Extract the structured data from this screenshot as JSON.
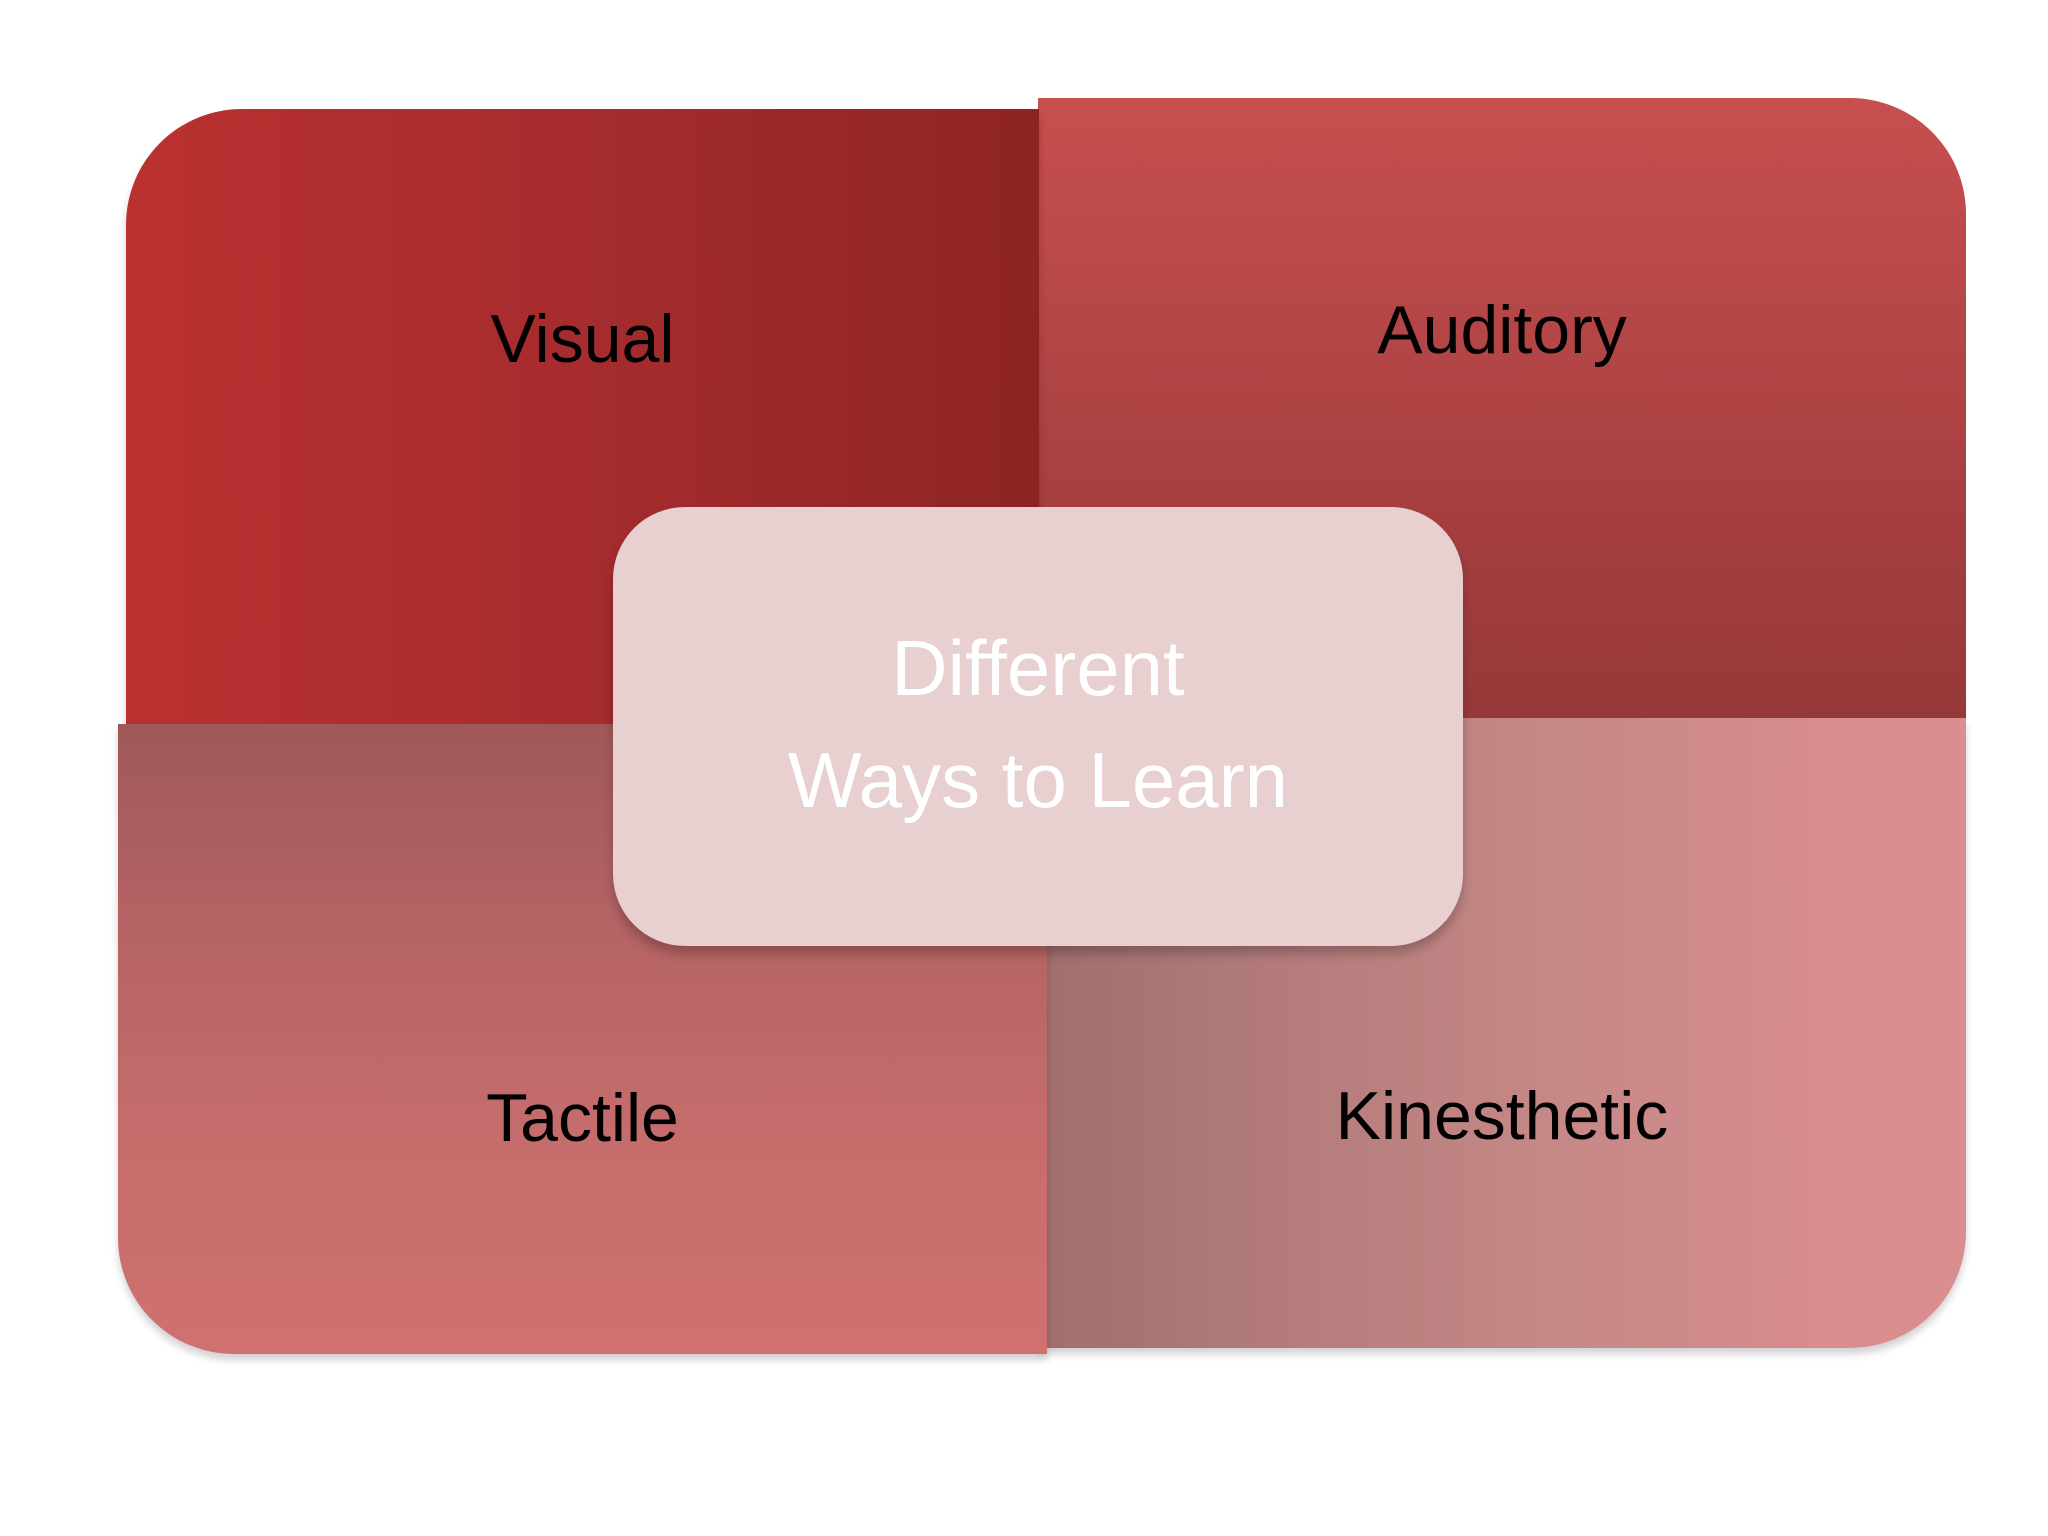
{
  "diagram": {
    "center": {
      "line1": "Different",
      "line2": "Ways to Learn"
    },
    "quadrants": {
      "top_left": "Visual",
      "top_right": "Auditory",
      "bottom_left": "Tactile",
      "bottom_right": "Kinesthetic"
    },
    "colors": {
      "visual": "#a62c2e",
      "auditory": "#b84849",
      "tactile": "#c56d6c",
      "kinesthetic": "#c58886",
      "center_box": "#e8cfd0",
      "center_text": "#ffffff",
      "label_text": "#000000"
    }
  }
}
